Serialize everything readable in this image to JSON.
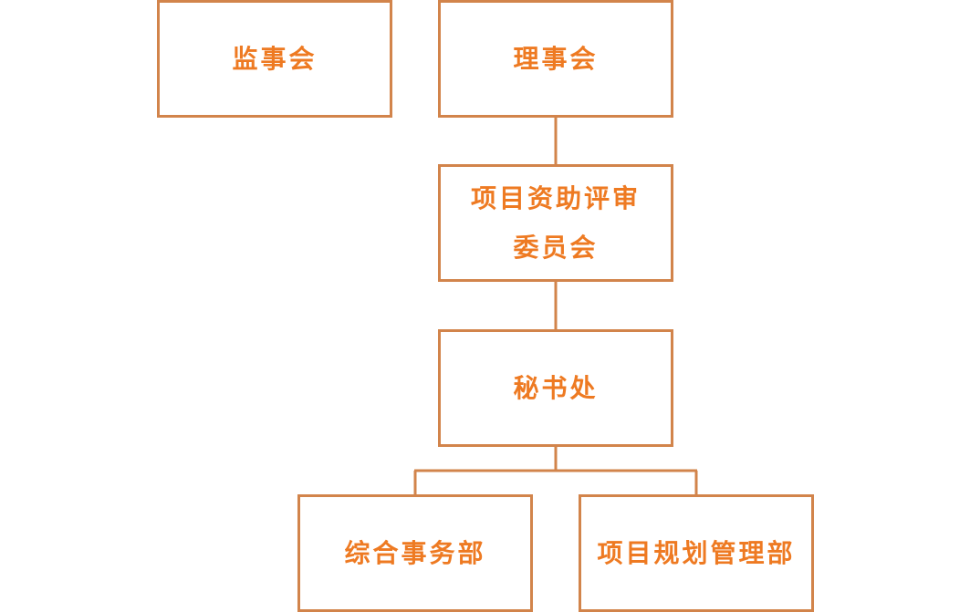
{
  "chart": {
    "supervisory_board": "监事会",
    "board_of_directors": "理事会",
    "review_committee": {
      "line1": "项目资助评审",
      "line2": "委员会"
    },
    "secretariat": "秘书处",
    "general_affairs_dept": "综合事务部",
    "project_planning_dept": "项目规划管理部"
  },
  "colors": {
    "box_border": "#d2844b",
    "text": "#ee7a22",
    "connector": "#d2844b"
  }
}
